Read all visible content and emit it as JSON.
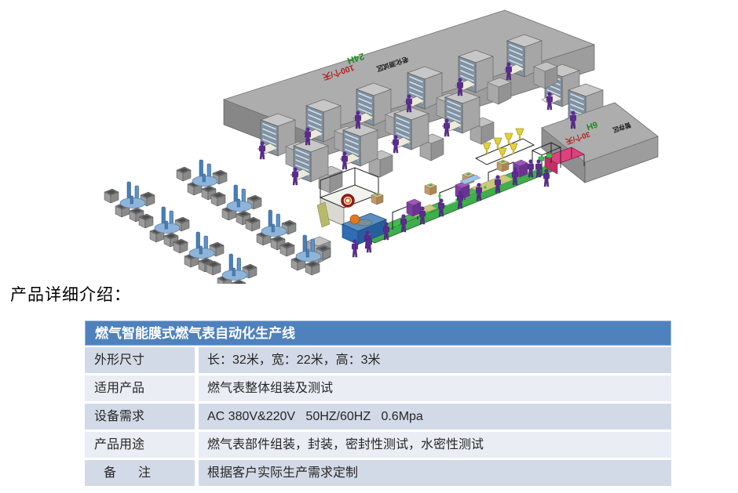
{
  "intro": {
    "label": "产品详细介绍："
  },
  "scene": {
    "aging_room": {
      "duration": "24H",
      "capacity": "100个/天",
      "zone": "老化测试区"
    },
    "buffer_area": {
      "duration": "6H",
      "capacity": "30个/天",
      "zone": "暂存区"
    }
  },
  "table": {
    "header": "燃气智能膜式燃气表自动化生产线",
    "rows": [
      {
        "label": "外形尺寸",
        "value": "长：32米，宽：22米，高：3米"
      },
      {
        "label": "适用产品",
        "value": "燃气表整体组装及测试"
      },
      {
        "label": "设备需求",
        "value": "AC 380V&220V   50HZ/60HZ   0.6Mpa"
      },
      {
        "label": "产品用途",
        "value": "燃气表部件组装，封装，密封性测试，水密性测试"
      },
      {
        "label": "备　注",
        "value": "根据客户实际生产需求定制"
      }
    ]
  },
  "colors": {
    "table_header_bg": "#4f81bd",
    "row_band_light": "#d3dae7",
    "row_band_lighter": "#eaedf4",
    "duration_label_green": "#1c8a1c",
    "capacity_label_red": "#b22222",
    "platform_gray": "#adadad",
    "conveyor_green": "#3fae4c",
    "operator_purple": "#5b2c8f",
    "cart_blue": "#4a7fb5",
    "tank_blue": "#2f6db5",
    "pink_table": "#e0407e",
    "hopper_yellow": "#e3d13b"
  }
}
